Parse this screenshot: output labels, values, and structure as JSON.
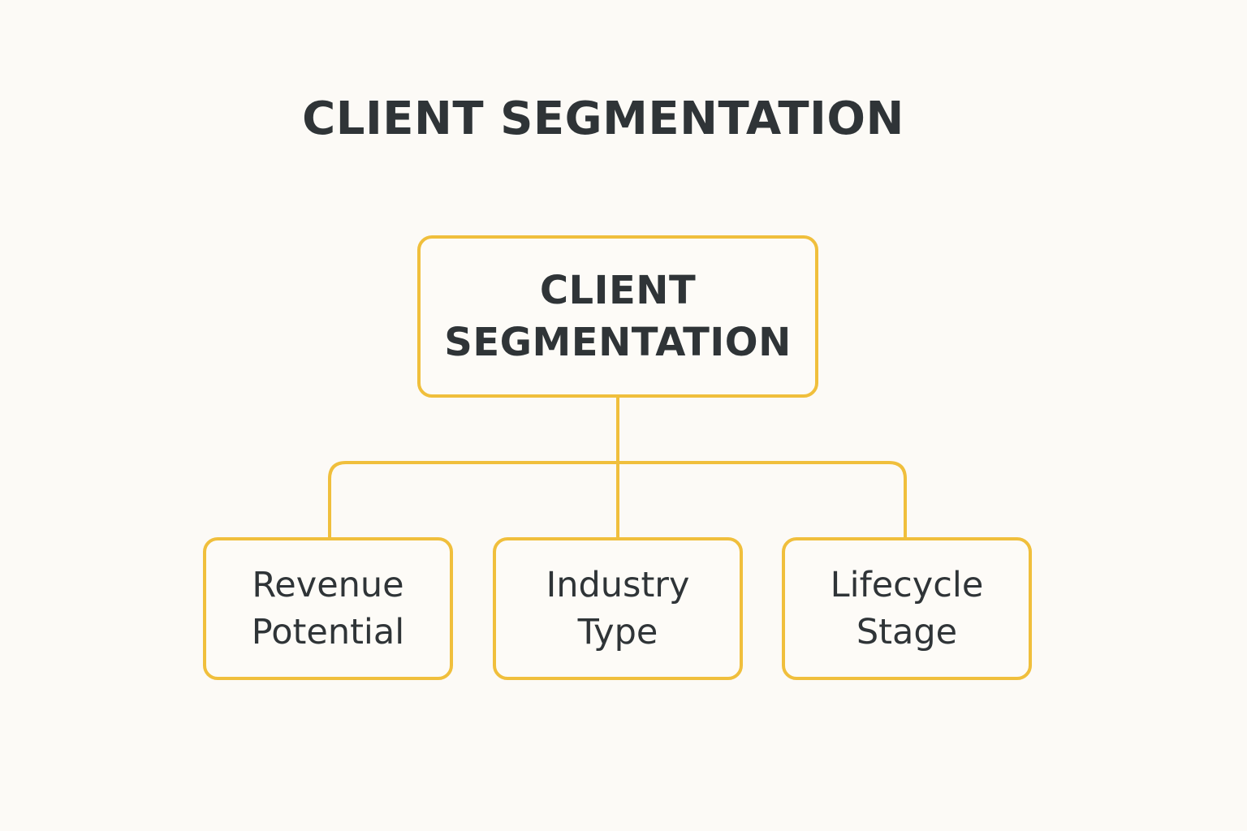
{
  "title": "CLIENT SEGMENTATION",
  "colors": {
    "accent": "#f0bf3c",
    "text": "#2f3437",
    "background": "#fcfaf6"
  },
  "root": {
    "lines": [
      "CLIENT",
      "SEGMENTATION"
    ]
  },
  "children": [
    {
      "lines": [
        "Revenue",
        "Potential"
      ]
    },
    {
      "lines": [
        "Industry",
        "Type"
      ]
    },
    {
      "lines": [
        "Lifecycle",
        "Stage"
      ]
    }
  ]
}
